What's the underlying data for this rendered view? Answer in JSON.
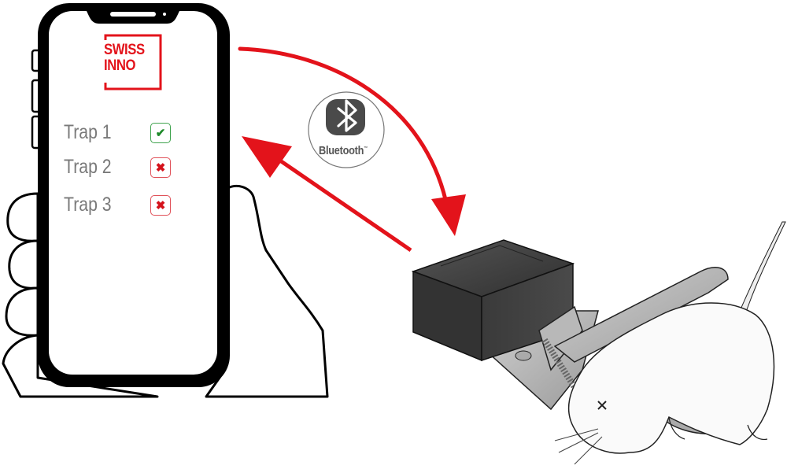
{
  "app": {
    "brand": {
      "line1": "SWISS",
      "line2": "INNO",
      "color": "#e3131b"
    },
    "traps": [
      {
        "label": "Trap 1",
        "status": "ok",
        "icon": "check-icon",
        "glyph": "✔"
      },
      {
        "label": "Trap 2",
        "status": "fail",
        "icon": "x-icon",
        "glyph": "✖"
      },
      {
        "label": "Trap 3",
        "status": "fail",
        "icon": "x-icon",
        "glyph": "✖"
      }
    ]
  },
  "connection": {
    "label": "Bluetooth",
    "trademark": "™",
    "icon": "bluetooth-icon",
    "arrow_color": "#e3131b"
  },
  "colors": {
    "ok": "#1f8a2a",
    "fail": "#d4121b",
    "trap_body": "#3a3a3a",
    "text_gray": "#7a7a7a"
  }
}
